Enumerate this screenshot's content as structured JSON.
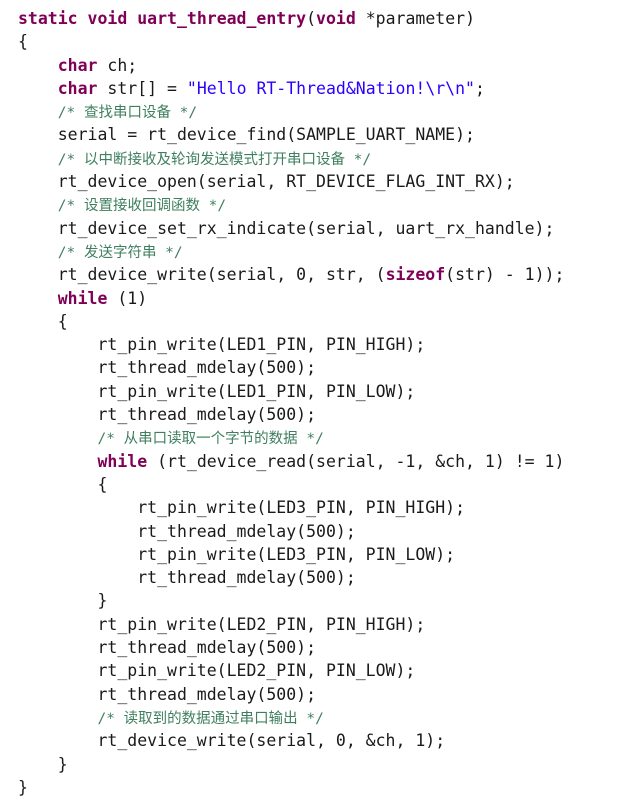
{
  "code_lines": [
    [
      {
        "t": "static void ",
        "c": "kw"
      },
      {
        "t": "uart_thread_entry",
        "c": "kwfn"
      },
      {
        "t": "(",
        "c": "plain"
      },
      {
        "t": "void",
        "c": "kw"
      },
      {
        "t": " *parameter)",
        "c": "plain"
      }
    ],
    [
      {
        "t": "{",
        "c": "plain"
      }
    ],
    [
      {
        "t": "    ",
        "c": "plain"
      },
      {
        "t": "char",
        "c": "kw"
      },
      {
        "t": " ch;",
        "c": "plain"
      }
    ],
    [
      {
        "t": "    ",
        "c": "plain"
      },
      {
        "t": "char",
        "c": "kw"
      },
      {
        "t": " str[] = ",
        "c": "plain"
      },
      {
        "t": "\"Hello RT-Thread&Nation!\\r\\n\"",
        "c": "str"
      },
      {
        "t": ";",
        "c": "plain"
      }
    ],
    [
      {
        "t": "    ",
        "c": "plain"
      },
      {
        "t": "/* 查找串口设备 */",
        "c": "cmt"
      }
    ],
    [
      {
        "t": "    serial = rt_device_find(SAMPLE_UART_NAME);",
        "c": "plain"
      }
    ],
    [
      {
        "t": "    ",
        "c": "plain"
      },
      {
        "t": "/* 以中断接收及轮询发送模式打开串口设备 */",
        "c": "cmt"
      }
    ],
    [
      {
        "t": "    rt_device_open(serial, RT_DEVICE_FLAG_INT_RX);",
        "c": "plain"
      }
    ],
    [
      {
        "t": "    ",
        "c": "plain"
      },
      {
        "t": "/* 设置接收回调函数 */",
        "c": "cmt"
      }
    ],
    [
      {
        "t": "    rt_device_set_rx_indicate(serial, uart_rx_handle);",
        "c": "plain"
      }
    ],
    [
      {
        "t": "    ",
        "c": "plain"
      },
      {
        "t": "/* 发送字符串 */",
        "c": "cmt"
      }
    ],
    [
      {
        "t": "    rt_device_write(serial, 0, str, (",
        "c": "plain"
      },
      {
        "t": "sizeof",
        "c": "kw"
      },
      {
        "t": "(str) - 1));",
        "c": "plain"
      }
    ],
    [
      {
        "t": "    ",
        "c": "plain"
      },
      {
        "t": "while",
        "c": "kw"
      },
      {
        "t": " (1)",
        "c": "plain"
      }
    ],
    [
      {
        "t": "    {",
        "c": "plain"
      }
    ],
    [
      {
        "t": "        rt_pin_write(LED1_PIN, PIN_HIGH);",
        "c": "plain"
      }
    ],
    [
      {
        "t": "        rt_thread_mdelay(500);",
        "c": "plain"
      }
    ],
    [
      {
        "t": "        rt_pin_write(LED1_PIN, PIN_LOW);",
        "c": "plain"
      }
    ],
    [
      {
        "t": "        rt_thread_mdelay(500);",
        "c": "plain"
      }
    ],
    [
      {
        "t": "        ",
        "c": "plain"
      },
      {
        "t": "/* 从串口读取一个字节的数据 */",
        "c": "cmt"
      }
    ],
    [
      {
        "t": "        ",
        "c": "plain"
      },
      {
        "t": "while",
        "c": "kw"
      },
      {
        "t": " (rt_device_read(serial, -1, &ch, 1) != 1)",
        "c": "plain"
      }
    ],
    [
      {
        "t": "        {",
        "c": "plain"
      }
    ],
    [
      {
        "t": "            rt_pin_write(LED3_PIN, PIN_HIGH);",
        "c": "plain"
      }
    ],
    [
      {
        "t": "            rt_thread_mdelay(500);",
        "c": "plain"
      }
    ],
    [
      {
        "t": "            rt_pin_write(LED3_PIN, PIN_LOW);",
        "c": "plain"
      }
    ],
    [
      {
        "t": "            rt_thread_mdelay(500);",
        "c": "plain"
      }
    ],
    [
      {
        "t": "        }",
        "c": "plain"
      }
    ],
    [
      {
        "t": "        rt_pin_write(LED2_PIN, PIN_HIGH);",
        "c": "plain"
      }
    ],
    [
      {
        "t": "        rt_thread_mdelay(500);",
        "c": "plain"
      }
    ],
    [
      {
        "t": "        rt_pin_write(LED2_PIN, PIN_LOW);",
        "c": "plain"
      }
    ],
    [
      {
        "t": "        rt_thread_mdelay(500);",
        "c": "plain"
      }
    ],
    [
      {
        "t": "        ",
        "c": "plain"
      },
      {
        "t": "/* 读取到的数据通过串口输出 */",
        "c": "cmt"
      }
    ],
    [
      {
        "t": "        rt_device_write(serial, 0, &ch, 1);",
        "c": "plain"
      }
    ],
    [
      {
        "t": "    }",
        "c": "plain"
      }
    ],
    [
      {
        "t": "}",
        "c": "plain"
      }
    ]
  ],
  "colors": {
    "keyword": "#7f0055",
    "string": "#2a00ff",
    "comment": "#3f7f5f",
    "text": "#1a1a1a",
    "background": "#ffffff"
  }
}
